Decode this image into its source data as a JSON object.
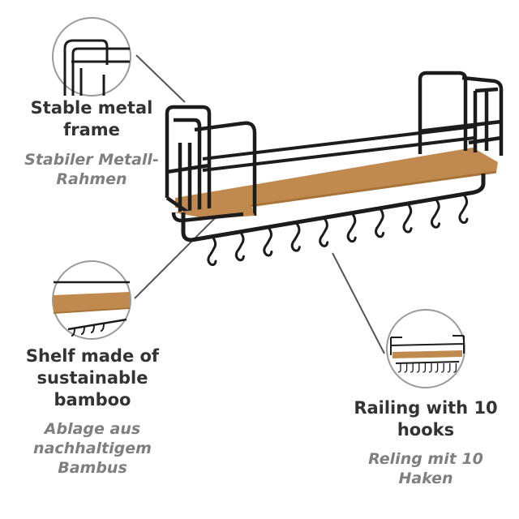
{
  "callouts": {
    "frame": {
      "english": [
        "Stable metal",
        "frame"
      ],
      "german": [
        "Stabiler Metall-",
        "Rahmen"
      ]
    },
    "shelf": {
      "english": [
        "Shelf made of",
        "sustainable",
        "bamboo"
      ],
      "german": [
        "Ablage aus",
        "nachhaltigem",
        "Bambus"
      ]
    },
    "railing": {
      "english": [
        "Railing with 10",
        "hooks"
      ],
      "german": [
        "Reling mit 10",
        "Haken"
      ]
    }
  },
  "product": {
    "hook_count": 10,
    "colors": {
      "frame": "#1c1c1c",
      "bamboo": "#c08a4f",
      "bamboo_edge": "#a87439",
      "callout_line": "#555555",
      "circle_border": "#9a9a9a"
    }
  }
}
